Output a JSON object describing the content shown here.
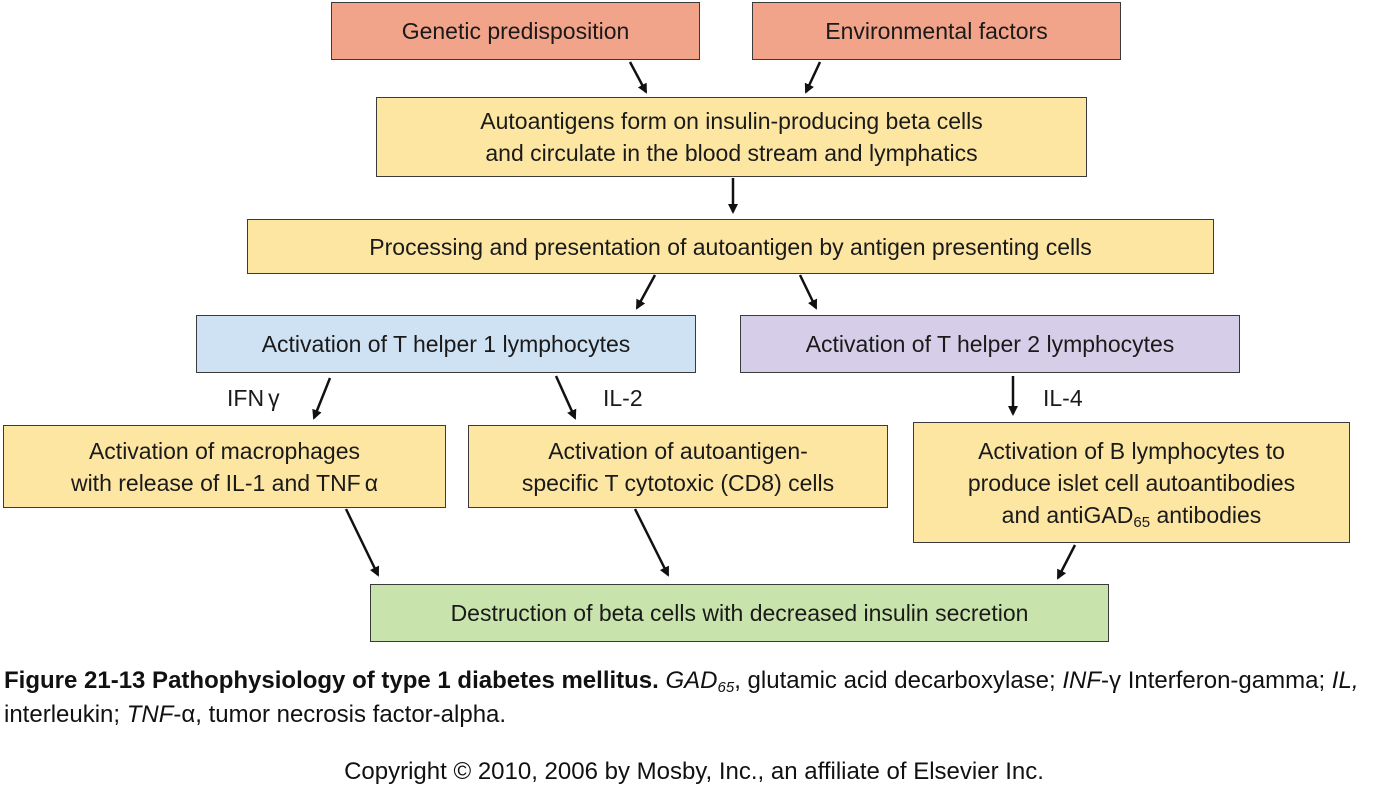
{
  "boxes": {
    "genetic": "Genetic predisposition",
    "environmental": "Environmental factors",
    "autoantigens_line1": "Autoantigens form on insulin-producing beta cells",
    "autoantigens_line2": "and circulate in the blood stream and lymphatics",
    "processing": "Processing and presentation of autoantigen by antigen presenting cells",
    "th1": "Activation of T helper 1 lymphocytes",
    "th2": "Activation of T helper 2 lymphocytes",
    "macrophages_line1": "Activation of macrophages",
    "macrophages_line2": "with release of IL-1 and TNF",
    "macrophages_greek": "α",
    "cd8_line1": "Activation of autoantigen-",
    "cd8_line2": "specific T cytotoxic (CD8) cells",
    "blymph_line1": "Activation of B lymphocytes to",
    "blymph_line2": "produce islet cell autoantibodies",
    "blymph_line3_pre": "and antiGAD",
    "blymph_line3_sub": "65",
    "blymph_line3_post": " antibodies",
    "destruction": "Destruction of beta cells with decreased insulin secretion"
  },
  "labels": {
    "ifn": "IFN",
    "ifn_greek": "γ",
    "il2": "IL-2",
    "il4": "IL-4"
  },
  "caption": {
    "bold": "Figure 21-13 Pathophysiology of type 1 diabetes mellitus.",
    "gad": "GAD",
    "gad_sub": "65",
    "gad_def": ", glutamic acid decarboxylase; ",
    "inf": "INF",
    "inf_def": "-γ Interferon-gamma; ",
    "il": "IL,",
    "il_def": " interleukin; ",
    "tnf": "TNF",
    "tnf_def": "-α, tumor necrosis factor-alpha."
  },
  "copyright": "Copyright © 2010, 2006 by Mosby, Inc., an affiliate of Elsevier Inc.",
  "colors": {
    "salmon": "#f2a48a",
    "yellow": "#fde6a2",
    "blue": "#cfe2f4",
    "purple": "#d6cde8",
    "green": "#c9e3ac"
  }
}
